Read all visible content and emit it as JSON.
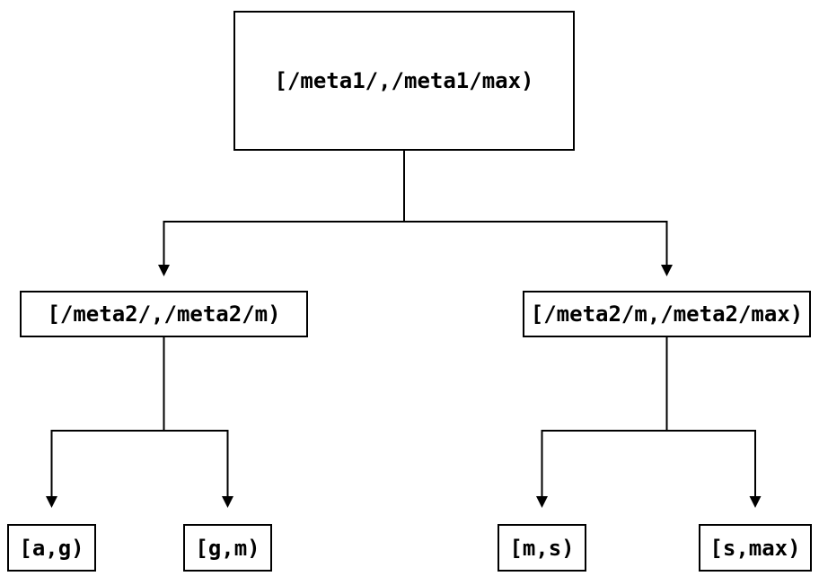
{
  "diagram": {
    "type": "tree",
    "colors": {
      "background": "#ffffff",
      "line": "#000000",
      "box_fill": "#ffffff",
      "text": "#000000"
    },
    "nodes": {
      "root": {
        "label": "[/meta1/,/meta1/max)"
      },
      "left": {
        "label": "[/meta2/,/meta2/m)"
      },
      "right": {
        "label": "[/meta2/m,/meta2/max)"
      },
      "leaf_ag": {
        "label": "[a,g)"
      },
      "leaf_gm": {
        "label": "[g,m)"
      },
      "leaf_ms": {
        "label": "[m,s)"
      },
      "leaf_smax": {
        "label": "[s,max)"
      }
    },
    "edges": [
      {
        "from": "root",
        "to": "left"
      },
      {
        "from": "root",
        "to": "right"
      },
      {
        "from": "left",
        "to": "leaf_ag"
      },
      {
        "from": "left",
        "to": "leaf_gm"
      },
      {
        "from": "right",
        "to": "leaf_ms"
      },
      {
        "from": "right",
        "to": "leaf_smax"
      }
    ]
  }
}
